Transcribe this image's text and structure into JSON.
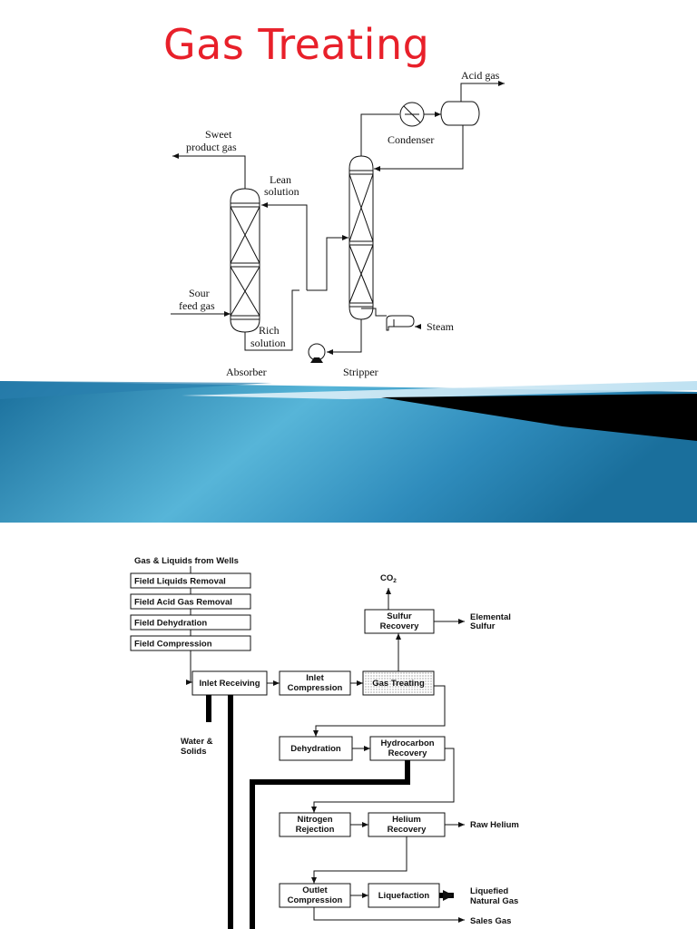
{
  "slide": {
    "title": "Gas Treating"
  },
  "top_diagram": {
    "acid_gas": "Acid gas",
    "condenser": "Condenser",
    "sweet_product_gas": [
      "Sweet",
      "product gas"
    ],
    "lean_solution": [
      "Lean",
      "solution"
    ],
    "sour_feed_gas": [
      "Sour",
      "feed gas"
    ],
    "rich_solution": [
      "Rich",
      "solution"
    ],
    "steam": "Steam",
    "absorber": "Absorber",
    "stripper": "Stripper"
  },
  "flow_diagram": {
    "source": "Gas & Liquids from Wells",
    "field_steps": [
      "Field Liquids Removal",
      "Field Acid Gas Removal",
      "Field Dehydration",
      "Field Compression"
    ],
    "inlet_receiving": "Inlet Receiving",
    "inlet_compression": [
      "Inlet",
      "Compression"
    ],
    "gas_treating": "Gas Treating",
    "co2": "CO",
    "co2_sub": "2",
    "sulfur_recovery": [
      "Sulfur",
      "Recovery"
    ],
    "elemental_sulfur": [
      "Elemental",
      "Sulfur"
    ],
    "water_solids": [
      "Water &",
      "Solids"
    ],
    "dehydration": "Dehydration",
    "hydrocarbon_recovery": [
      "Hydrocarbon",
      "Recovery"
    ],
    "nitrogen_rejection": [
      "Nitrogen",
      "Rejection"
    ],
    "helium_recovery": [
      "Helium",
      "Recovery"
    ],
    "raw_helium": "Raw Helium",
    "outlet_compression": [
      "Outlet",
      "Compression"
    ],
    "liquefaction": "Liquefaction",
    "lng": [
      "Liquefied",
      "Natural Gas"
    ],
    "sales_gas": "Sales Gas"
  }
}
